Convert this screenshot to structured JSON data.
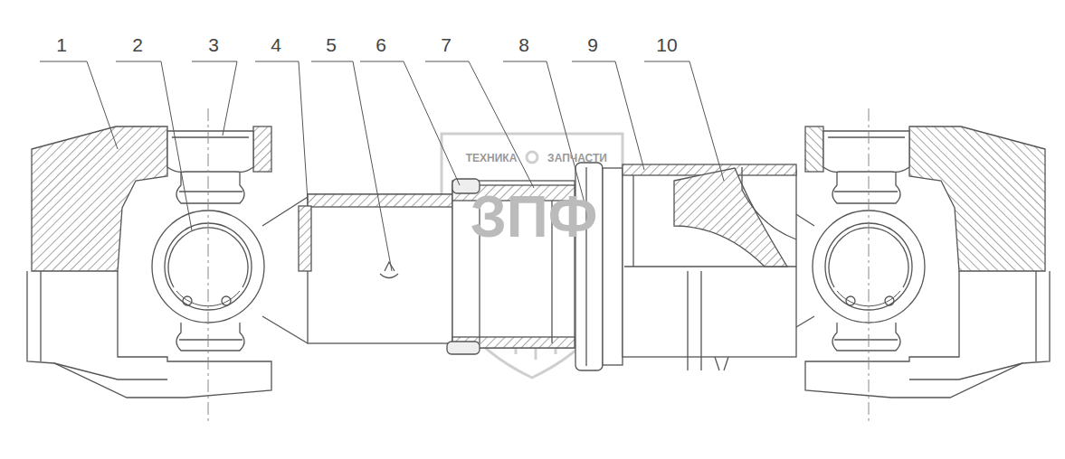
{
  "diagram": {
    "labels": [
      "1",
      "2",
      "3",
      "4",
      "5",
      "6",
      "7",
      "8",
      "9",
      "10",
      "ТЕХНИКА",
      "ЗАПЧАСТИ",
      "ЗПФ"
    ]
  }
}
